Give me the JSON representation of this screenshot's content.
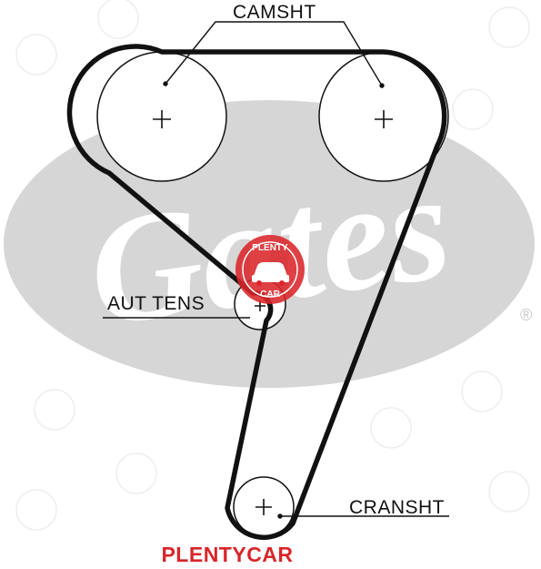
{
  "labels": {
    "camshaft": "CAMSHT",
    "tensioner": "AUT TENS",
    "crankshaft": "CRANSHT"
  },
  "watermark": {
    "logo_text": "Gates",
    "registered_mark": "®",
    "stamp_top": "PLENTY",
    "stamp_bottom": "CAR",
    "footer": "PLENTYCAR"
  },
  "colors": {
    "belt": "#111111",
    "logo_grey": "#d6d6d6",
    "stamp_red": "#d9252a",
    "footer_red": "#d9252a"
  }
}
